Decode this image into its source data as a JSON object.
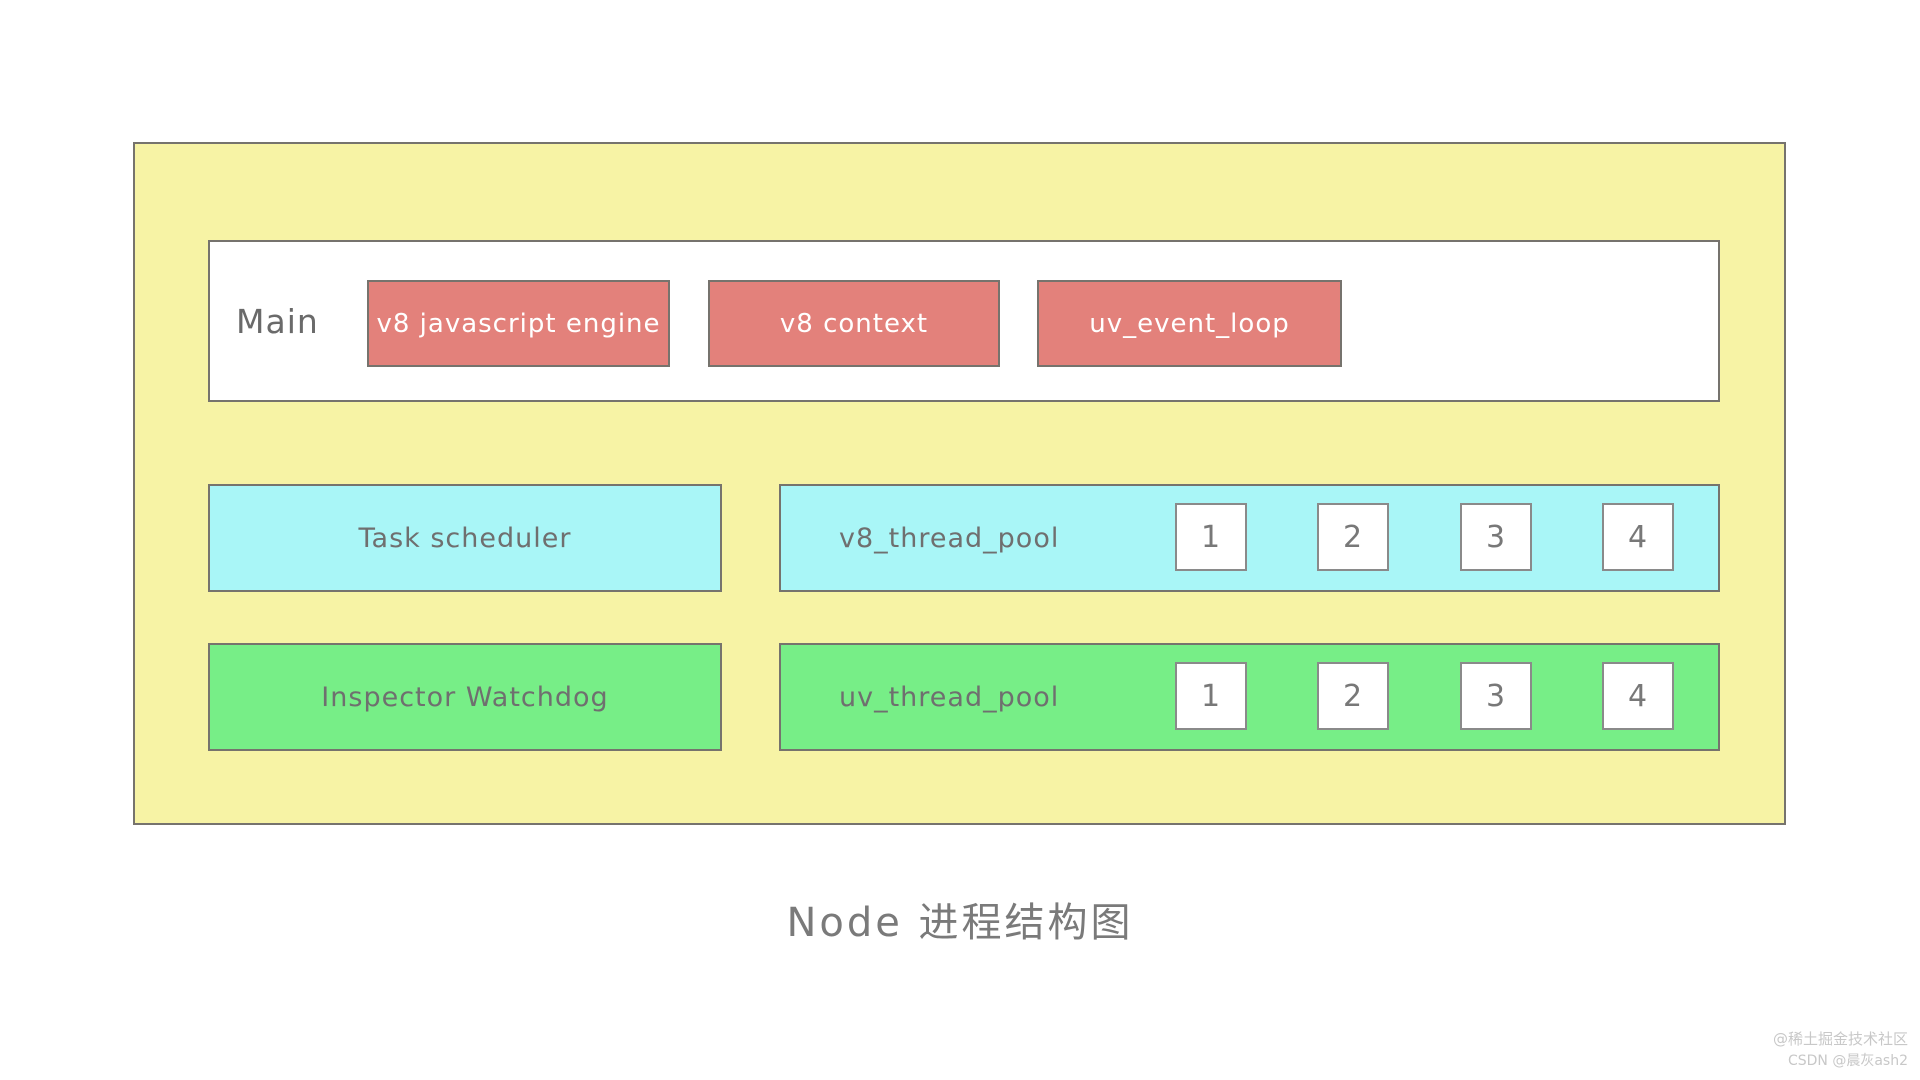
{
  "diagram": {
    "title": "Node 进程结构图",
    "main_row": {
      "label": "Main",
      "boxes": [
        "v8 javascript engine",
        "v8 context",
        "uv_event_loop"
      ]
    },
    "rows": [
      {
        "left_box": "Task scheduler",
        "right_box": "v8_thread_pool",
        "slots": [
          "1",
          "2",
          "3",
          "4"
        ]
      },
      {
        "left_box": "Inspector Watchdog",
        "right_box": "uv_thread_pool",
        "slots": [
          "1",
          "2",
          "3",
          "4"
        ]
      }
    ]
  },
  "colors": {
    "container_bg": "#f7f3a5",
    "main_bg": "#ffffff",
    "engine_bg": "#e3817b",
    "cyan_bg": "#a9f6f7",
    "green_bg": "#77ee87",
    "border": "#76736d",
    "text_gray": "#6f6f6f",
    "watermark_gray": "#c8c8c8"
  },
  "watermark": {
    "line1": "@稀土掘金技术社区",
    "line2": "CSDN @晨灰ash2"
  }
}
